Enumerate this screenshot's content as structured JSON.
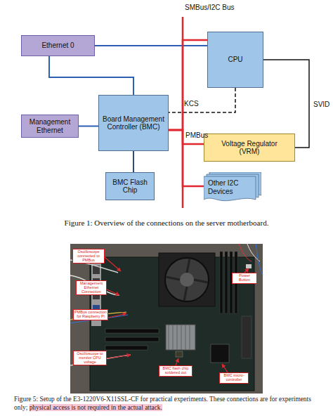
{
  "diagram": {
    "nodes": [
      {
        "text": [
          "Ethernet 0"
        ]
      },
      {
        "text": [
          "CPU"
        ]
      },
      {
        "text": [
          "Management Ethernet"
        ]
      },
      {
        "text": [
          "Board Management Controller (BMC)"
        ]
      },
      {
        "text": [
          "Voltage Regulator (VRM)"
        ]
      },
      {
        "text": [
          "BMC Flash Chip"
        ]
      },
      {
        "text": [
          "Other I2C Devices"
        ]
      },
      {
        "text": [
          "Oscilloscope connected to PMBus"
        ]
      },
      {
        "text": [
          "Power Button"
        ]
      },
      {
        "text": [
          "Management Ethernet Connection"
        ]
      },
      {
        "text": [
          "PMBus connection for Raspberry Pi"
        ]
      },
      {
        "text": [
          "Oscilloscope to monitor CPU voltage"
        ]
      },
      {
        "text": [
          "BMC flash chip soldered out"
        ]
      },
      {
        "text": [
          "BMC micro-controller"
        ]
      }
    ],
    "edges": [
      {
        "from": 0,
        "to": 1,
        "arrow": "none"
      },
      {
        "from": 0,
        "to": 3,
        "arrow": "none"
      },
      {
        "from": 2,
        "to": 3,
        "arrow": "none"
      },
      {
        "from": 3,
        "to": 5,
        "arrow": "none"
      },
      {
        "from": 1,
        "to": 3,
        "label": "KCS",
        "arrow": "none"
      },
      {
        "from": 1,
        "to": 4,
        "label": "SVID",
        "arrow": "none"
      },
      {
        "from": 3,
        "to": 1,
        "arrow": "none"
      },
      {
        "from": 3,
        "to": 4,
        "label": "PMBus",
        "arrow": "none"
      },
      {
        "from": 3,
        "to": 6,
        "arrow": "none"
      }
    ],
    "labels": [
      "SMBus/I2C Bus",
      "Figure 1: Overview of the connections on the server motherboard.",
      "Figure 5: Setup of the E3-1220V6-X11SSL-CF for practical experiments. These connections are for experiments only;",
      "physical access is not required in the actual attack."
    ]
  }
}
